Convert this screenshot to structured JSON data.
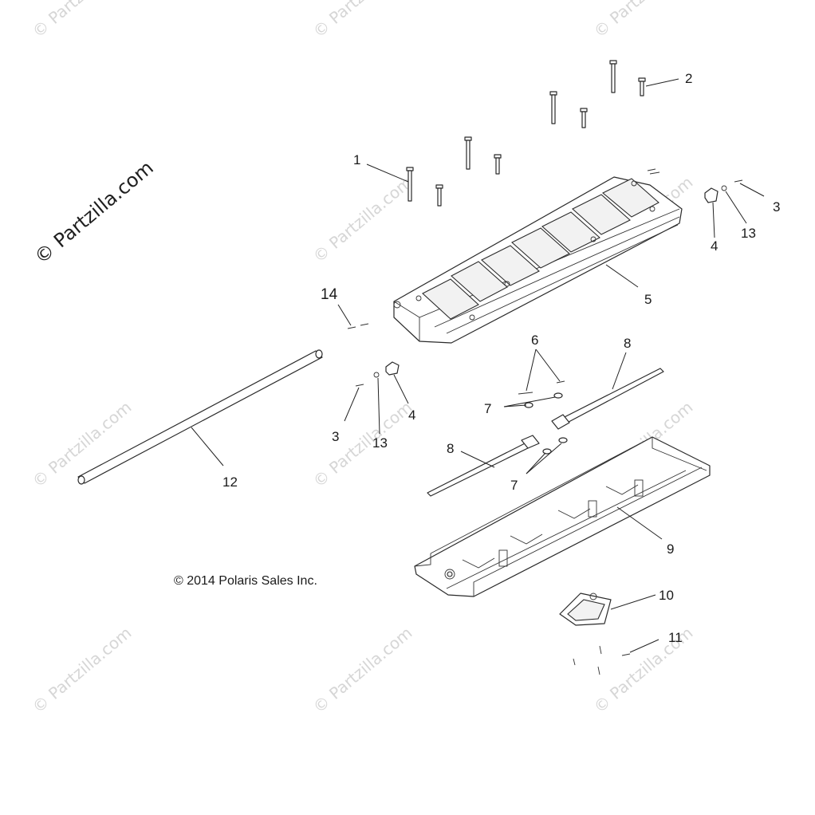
{
  "diagram": {
    "copyright": "© 2014 Polaris Sales Inc.",
    "brand_watermark": "© Partzilla.com",
    "tile_watermark": "© Partzilla.com",
    "callouts": {
      "c1": "1",
      "c2": "2",
      "c3a": "3",
      "c3b": "3",
      "c4a": "4",
      "c4b": "4",
      "c5": "5",
      "c6": "6",
      "c7a": "7",
      "c7b": "7",
      "c8a": "8",
      "c8b": "8",
      "c9": "9",
      "c10": "10",
      "c11": "11",
      "c12": "12",
      "c13a": "13",
      "c13b": "13",
      "c14": "14"
    },
    "colors": {
      "line": "#2a2a2a",
      "watermark": "#d6d6d6",
      "background": "#ffffff"
    }
  }
}
